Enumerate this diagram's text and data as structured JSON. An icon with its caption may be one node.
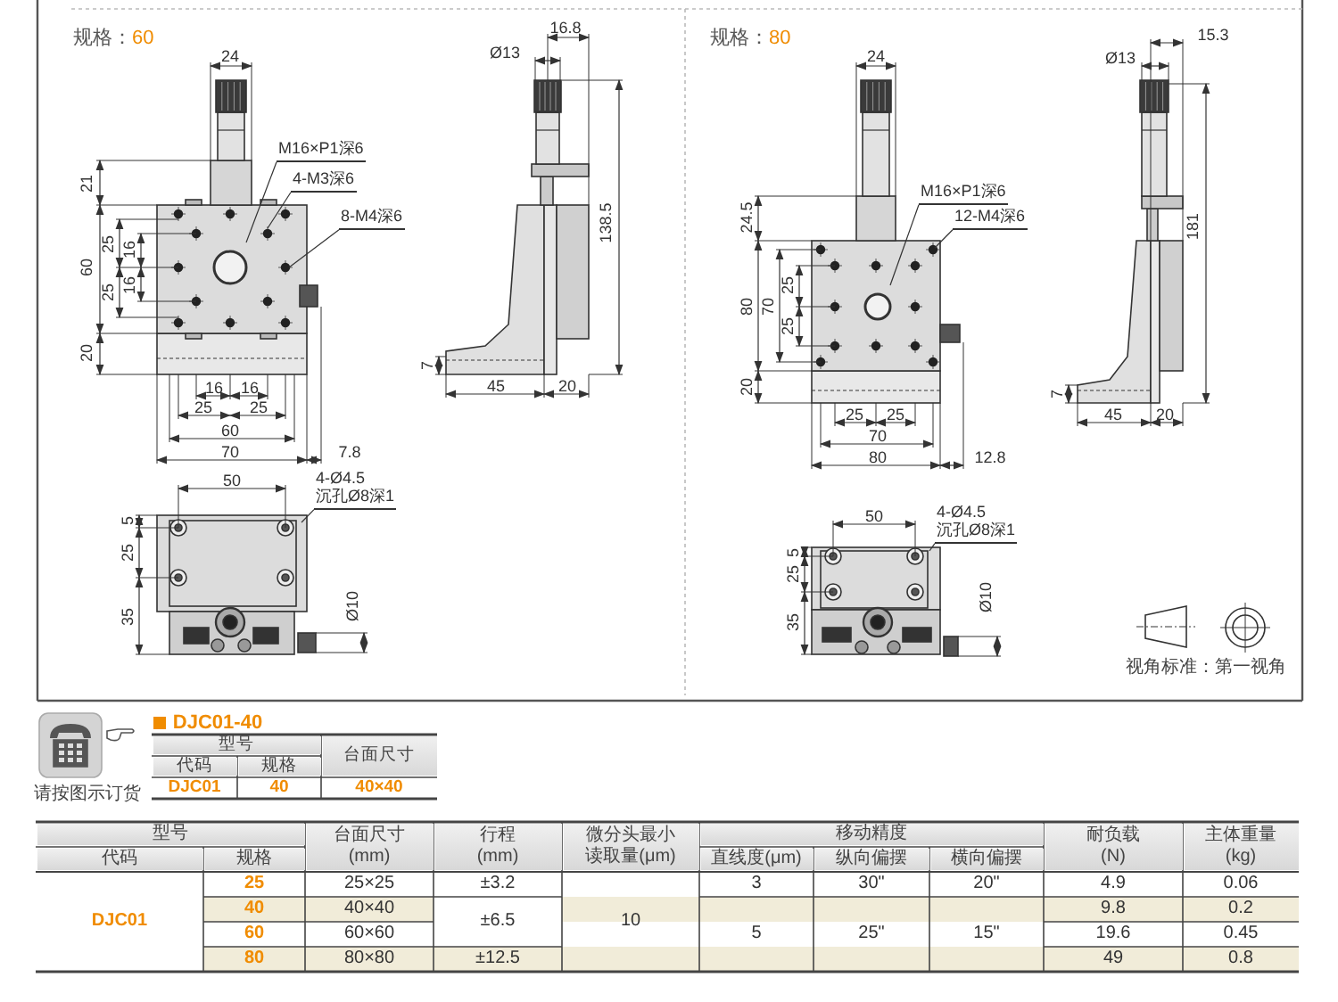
{
  "diagram": {
    "nodes": [
      {
        "text": [
          "M16×P1深6"
        ]
      },
      {
        "text": [
          "4-M3深6"
        ]
      },
      {
        "text": [
          "8-M4深6"
        ]
      },
      {
        "text": [
          "4-Ø4.5 沉孔Ø8深1"
        ]
      },
      {
        "text": [
          "M16×P1深6"
        ]
      },
      {
        "text": [
          "12-M4深6"
        ]
      },
      {
        "text": [
          "4-Ø4.5 沉孔Ø8深1"
        ]
      }
    ],
    "edges": [
      {
        "from": 0,
        "to": null,
        "arrow": "none"
      },
      {
        "from": 1,
        "to": null,
        "arrow": "none"
      },
      {
        "from": 2,
        "to": null,
        "arrow": "none"
      },
      {
        "from": 3,
        "to": null,
        "arrow": "none"
      },
      {
        "from": 4,
        "to": null,
        "arrow": "none"
      },
      {
        "from": 5,
        "to": null,
        "arrow": "none"
      },
      {
        "from": 6,
        "to": null,
        "arrow": "none"
      }
    ],
    "labels": [
      "规格：",
      "60",
      "24",
      "21",
      "60",
      "25",
      "16",
      "25",
      "16",
      "20",
      "16",
      "16",
      "25",
      "25",
      "60",
      "70",
      "7.8",
      "16.8",
      "Ø13",
      "138.5",
      "7",
      "45",
      "20",
      "50",
      "5",
      "25",
      "35",
      "Ø10",
      "规格：",
      "80",
      "24",
      "24.5",
      "80",
      "70",
      "25",
      "25",
      "20",
      "25",
      "25",
      "70",
      "80",
      "12.8",
      "15.3",
      "Ø13",
      "181",
      "7",
      "45",
      "20",
      "50",
      "5",
      "25",
      "35",
      "Ø10",
      "视角标准：第一视角",
      "请按图示订货",
      "DJC01-40",
      "型号",
      "台面尺寸",
      "代码",
      "规格",
      "DJC01",
      "40",
      "40×40",
      "型号",
      "台面尺寸 (mm)",
      "行程 (mm)",
      "微分头最小读取量(μm)",
      "移动精度",
      "耐负载 (N)",
      "主体重量 (kg)",
      "代码",
      "规格",
      "直线度(μm)",
      "纵向偏摆",
      "横向偏摆",
      "DJC01",
      "25",
      "25×25",
      "±3.2",
      "3",
      "30\"",
      "20\"",
      "4.9",
      "0.06",
      "40",
      "40×40",
      "±6.5",
      "10",
      "9.8",
      "0.2",
      "60",
      "60×60",
      "5",
      "25\"",
      "15\"",
      "19.6",
      "0.45",
      "80",
      "80×80",
      "±12.5",
      "49",
      "0.8"
    ]
  }
}
